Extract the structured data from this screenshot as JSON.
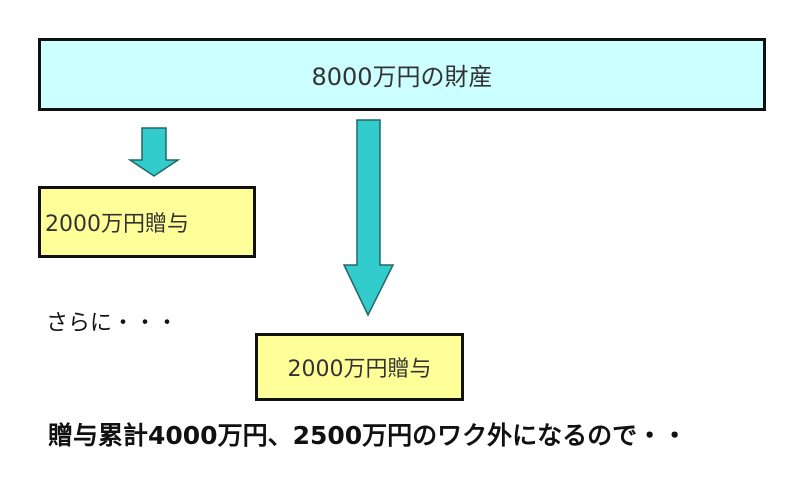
{
  "diagram": {
    "asset_label": "8000万円の財産",
    "gift1_label": "2000万円贈与",
    "more_label": "さらに・・・",
    "gift2_label": "2000万円贈与",
    "total_label": "贈与累計4000万円、2500万円のワク外になるので・・",
    "colors": {
      "asset_fill": "#ccffff",
      "gift_fill": "#ffff99",
      "arrow_fill": "#33cccc"
    }
  }
}
